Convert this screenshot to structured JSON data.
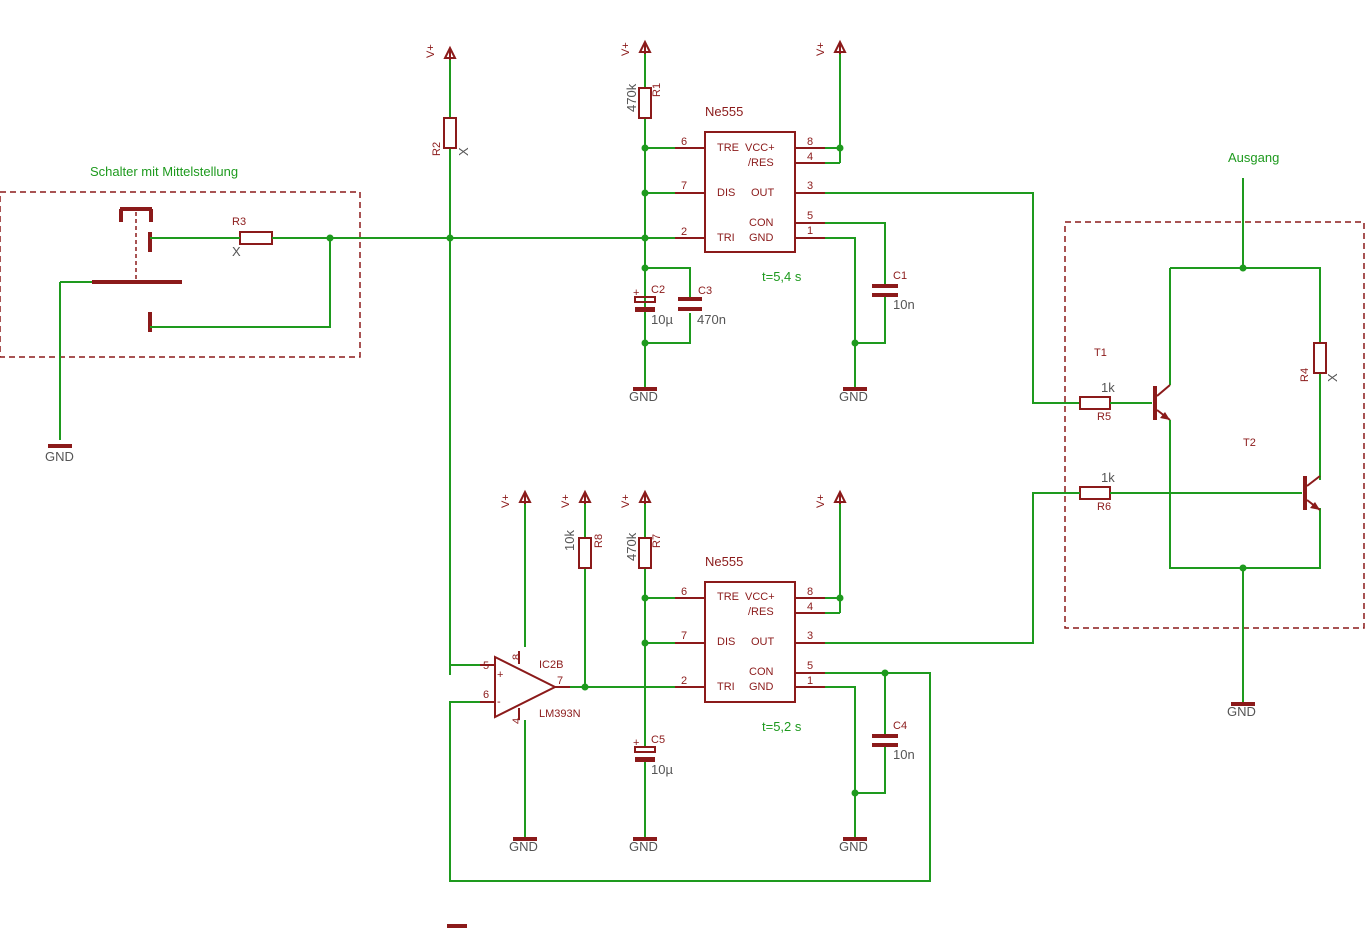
{
  "colors": {
    "wire": "#1e9a1e",
    "part": "#8b1a1a",
    "value_text": "#555555",
    "background": "#ffffff"
  },
  "labels": {
    "switch_group": "Schalter mit Mittelstellung",
    "output": "Ausgang",
    "timer1_time": "t=5,4 s",
    "timer2_time": "t=5,2 s"
  },
  "power": {
    "vplus": "V+",
    "gnd": "GND"
  },
  "ic_555": {
    "name": "Ne555",
    "pins": {
      "tre": "TRE",
      "vcc": "VCC+",
      "res": "/RES",
      "dis": "DIS",
      "out": "OUT",
      "con": "CON",
      "tri": "TRI",
      "gnd": "GND"
    },
    "pin_numbers": {
      "p6": "6",
      "p8": "8",
      "p4": "4",
      "p7": "7",
      "p3": "3",
      "p5": "5",
      "p2": "2",
      "p1": "1"
    }
  },
  "comparator": {
    "name": "IC2B",
    "value": "LM393N",
    "pins": {
      "in_plus": "5",
      "in_minus": "6",
      "out": "7",
      "vcc": "8",
      "gnd": "4"
    }
  },
  "components": {
    "R1": {
      "name": "R1",
      "value": "470k"
    },
    "R2": {
      "name": "R2",
      "value": "X"
    },
    "R3": {
      "name": "R3",
      "value": "X"
    },
    "R4": {
      "name": "R4",
      "value": "X"
    },
    "R5": {
      "name": "R5",
      "value": "1k"
    },
    "R6": {
      "name": "R6",
      "value": "1k"
    },
    "R7": {
      "name": "R7",
      "value": "470k"
    },
    "R8": {
      "name": "R8",
      "value": "10k"
    },
    "C1": {
      "name": "C1",
      "value": "10n"
    },
    "C2": {
      "name": "C2",
      "value": "10µ"
    },
    "C3": {
      "name": "C3",
      "value": "470n"
    },
    "C4": {
      "name": "C4",
      "value": "10n"
    },
    "C5": {
      "name": "C5",
      "value": "10µ"
    },
    "T1": {
      "name": "T1"
    },
    "T2": {
      "name": "T2"
    }
  }
}
